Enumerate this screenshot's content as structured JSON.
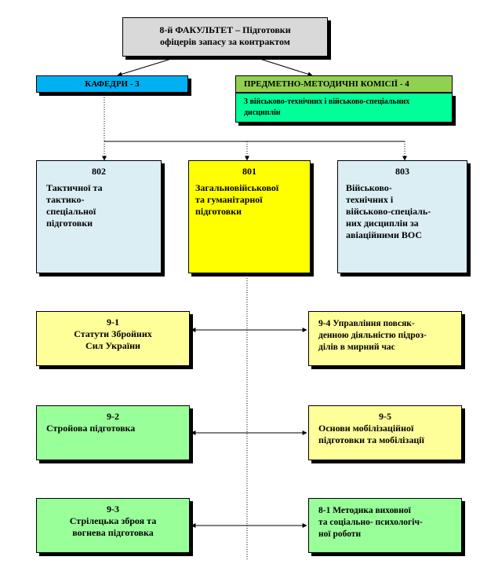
{
  "colors": {
    "faculty": "#d9d9d9",
    "departments": "#00b0f0",
    "commissions": "#92d050",
    "commission_sub": "#00ff99",
    "dept_box": "#daeef3",
    "dept_801": "#ffff00",
    "pale_yellow": "#ffff99",
    "green": "#99ff99"
  },
  "faculty": {
    "line1": "8-й ФАКУЛЬТЕТ – Підготовки",
    "line2": "офіцерів запасу за контрактом"
  },
  "departments_label": "КАФЕДРИ - 3",
  "commissions_label": "ПРЕДМЕТНО-МЕТОДИЧНІ КОМІСІЇ - 4",
  "commissions_sub": {
    "line1": "3 військово-технічних і військово-спеціальних",
    "line2": "дисциплін"
  },
  "dept_802": {
    "number": "802",
    "lines": [
      "Тактичної та",
      "тактико-",
      "спеціальної",
      "підготовки"
    ]
  },
  "dept_801": {
    "number": "801",
    "lines": [
      "Загальновійськової",
      "та гуманітарної",
      "підготовки"
    ]
  },
  "dept_803": {
    "number": "803",
    "lines": [
      "Військово-",
      "технічних і",
      "військово-спеціаль-",
      "них дисциплін за",
      "авіаційними ВОС"
    ]
  },
  "unit_9_1": {
    "number": "9-1",
    "lines": [
      "Статути Збройних",
      "Сил України"
    ]
  },
  "unit_9_4": {
    "lines": [
      "9-4 Управління повсяк-",
      "денною діяльністю підроз-",
      "ділів в мирний час"
    ]
  },
  "unit_9_2": {
    "number": "9-2",
    "lines": [
      "Стройова підготовка"
    ]
  },
  "unit_9_5": {
    "number": "9-5",
    "lines": [
      "Основи мобілізаційної",
      "підготовки та мобілізації"
    ]
  },
  "unit_9_3": {
    "number": "9-3",
    "lines": [
      "Стрілецька зброя та",
      "вогнева підготовка"
    ]
  },
  "unit_8_1": {
    "lines": [
      "8-1 Методика виховної",
      "та соціально- психологіч-",
      "ної роботи"
    ]
  }
}
